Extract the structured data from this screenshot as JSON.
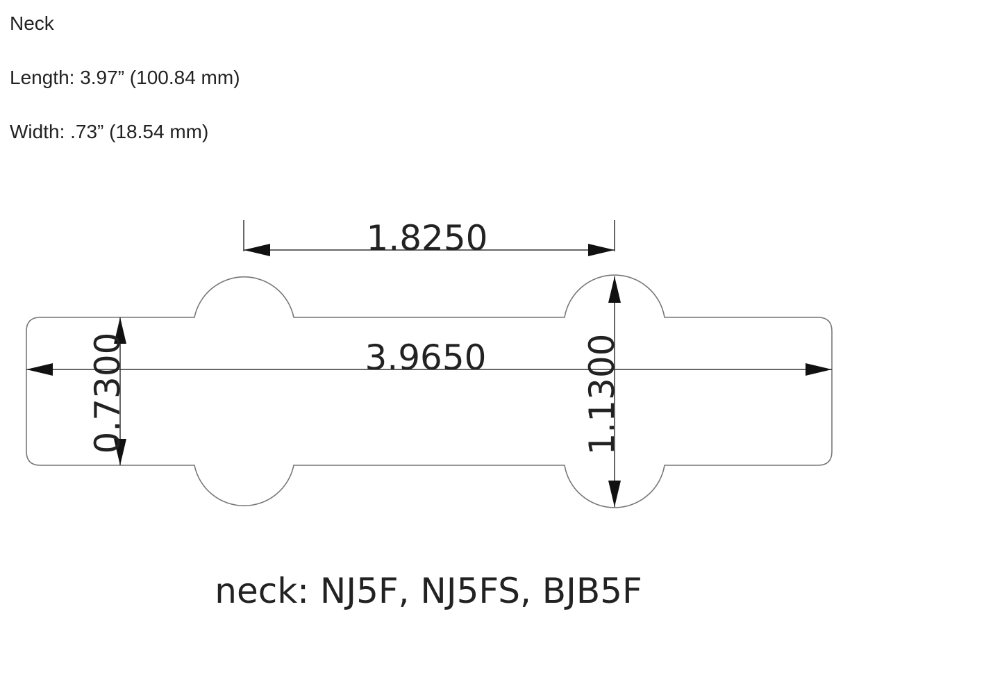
{
  "heading": "Neck",
  "length": "Length: 3.97” (100.84 mm)",
  "width": "Width: .73” (18.54 mm)",
  "diagram": {
    "dim_pole_spacing": "1.8250",
    "dim_length": "3.9650",
    "dim_width": "0.7300",
    "dim_lobe_width": "1.1300",
    "caption": "neck: NJ5F, NJ5FS, BJB5F"
  }
}
